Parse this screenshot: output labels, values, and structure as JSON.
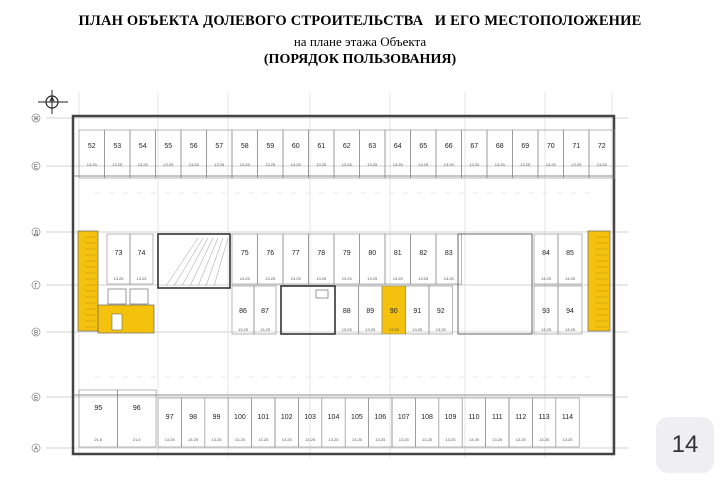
{
  "header": {
    "title": "ПЛАН ОБЪЕКТА ДОЛЕВОГО СТРОИТЕЛЬСТВА   И ЕГО МЕСТОПОЛОЖЕНИЕ",
    "subtitle": "на плане этажа Объекта",
    "note": "(ПОРЯДОК ПОЛЬЗОВАНИЯ)"
  },
  "axes": [
    "Ж",
    "Е",
    "Д",
    "Г",
    "В",
    "Б",
    "А"
  ],
  "highlight_color": "#f4c20d",
  "highlighted_space": "90",
  "area_label": "13.25",
  "area_label_large": "21.6",
  "rows": {
    "top": [
      "52",
      "53",
      "54",
      "55",
      "56",
      "57",
      "58",
      "59",
      "60",
      "61",
      "62",
      "63",
      "64",
      "65",
      "66",
      "67",
      "68",
      "69",
      "70",
      "71",
      "72"
    ],
    "middle_upper_left": [
      "73",
      "74"
    ],
    "middle_upper_center": [
      "75",
      "76",
      "77",
      "78",
      "79",
      "80",
      "81",
      "82",
      "83"
    ],
    "middle_upper_right": [
      "84",
      "85"
    ],
    "middle_lower_left": [
      "86",
      "87"
    ],
    "middle_lower_center": [
      "88",
      "89",
      "90",
      "91",
      "92"
    ],
    "middle_lower_right": [
      "93",
      "94"
    ],
    "bottom_large": [
      "95",
      "96"
    ],
    "bottom": [
      "97",
      "98",
      "99",
      "100",
      "101",
      "102",
      "103",
      "104",
      "105",
      "106",
      "107",
      "108",
      "109",
      "110",
      "111",
      "112",
      "113",
      "114"
    ]
  },
  "page_number": "14"
}
